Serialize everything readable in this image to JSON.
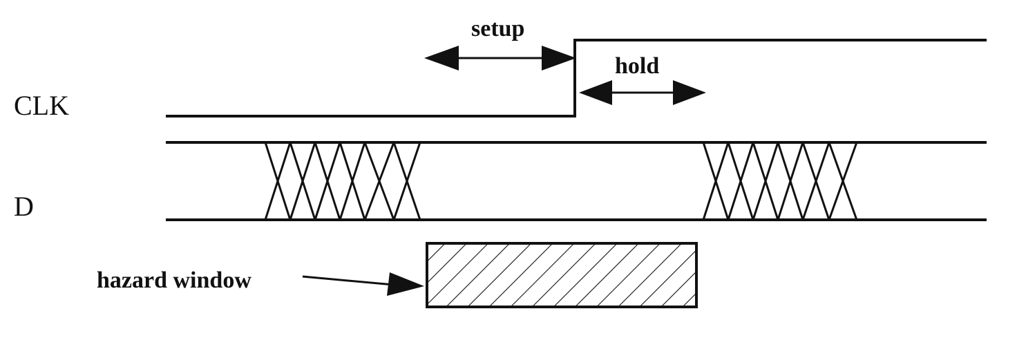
{
  "signals": {
    "clk": "CLK",
    "d": "D"
  },
  "timing": {
    "setup": "setup",
    "hold": "hold"
  },
  "hazard": {
    "label": "hazard window"
  }
}
